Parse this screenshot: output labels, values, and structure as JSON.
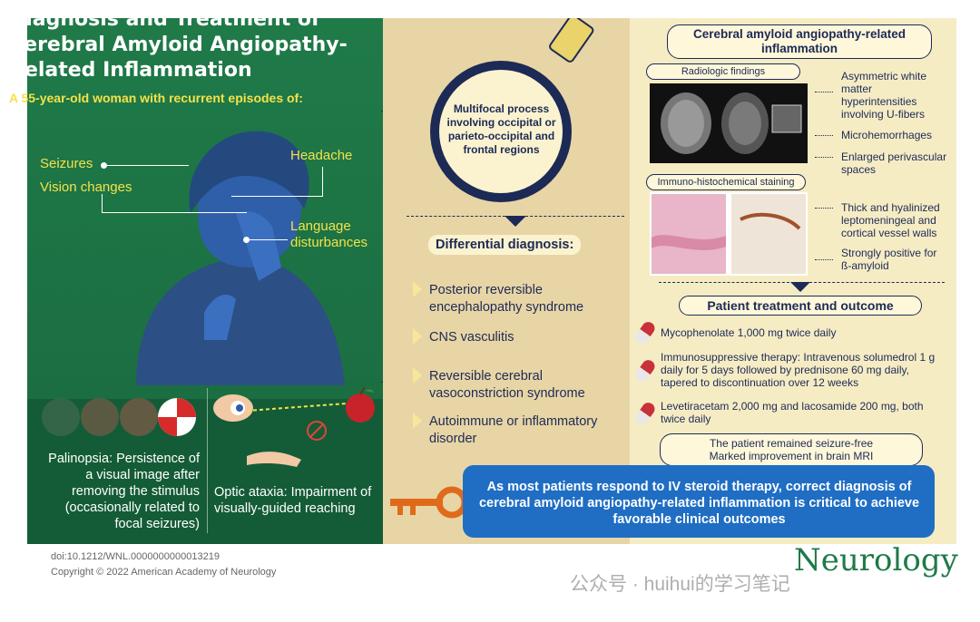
{
  "left": {
    "title": "Diagnosis and Treatment of Cerebral Amyloid Angiopathy-Related Inflammation",
    "subtitle": "A 55-year-old woman with recurrent episodes of:",
    "symptoms": {
      "seizures": "Seizures",
      "vision": "Vision changes",
      "headache": "Headache",
      "language": "Language disturbances"
    },
    "palinopsia": "Palinopsia: Persistence of a visual image after removing the stimulus (occasionally related to focal seizures)",
    "optic_ataxia": "Optic ataxia: Impairment of visually-guided reaching"
  },
  "middle": {
    "lens_text": "Multifocal process involving occipital or parieto-occipital and frontal regions",
    "differential_title": "Differential diagnosis:",
    "differentials": [
      "Posterior reversible encephalopathy syndrome",
      "CNS vasculitis",
      "Reversible cerebral vasoconstriction syndrome",
      "Autoimmune or inflammatory disorder"
    ]
  },
  "right": {
    "header": "Cerebral amyloid angiopathy-related inflammation",
    "radiologic_label": "Radiologic findings",
    "radiologic_findings": [
      "Asymmetric white matter hyperintensities involving U-fibers",
      "Microhemorrhages",
      "Enlarged perivascular spaces"
    ],
    "ihc_label": "Immuno-histochemical staining",
    "ihc_findings": [
      "Thick and hyalinized leptomeningeal and cortical vessel walls",
      "Strongly positive for ß-amyloid"
    ],
    "treatment_title": "Patient treatment and outcome",
    "treatments": [
      "Mycophenolate 1,000 mg twice daily",
      "Immunosuppressive therapy: Intravenous solumedrol 1 g daily for 5 days followed by prednisone 60 mg daily, tapered to discontinuation over 12 weeks",
      "Levetiracetam 2,000 mg and lacosamide 200 mg, both twice daily"
    ],
    "outcome": "The patient remained seizure-free\nMarked improvement in brain MRI"
  },
  "conclusion": "As most patients respond to IV steroid therapy, correct diagnosis of cerebral amyloid angiopathy-related inflammation is critical to achieve favorable clinical outcomes",
  "footer": {
    "doi": "doi:10.1212/WNL.0000000000013219",
    "copyright": "Copyright © 2022 American Academy of Neurology",
    "journal": "Neurology",
    "watermark": "公众号 · huihui的学习笔记"
  },
  "colors": {
    "green": "#1f7a48",
    "beige": "#e8d5a6",
    "cream": "#f6ecc4",
    "navy": "#1c2a55",
    "blue": "#1f6ec4",
    "yellow": "#f3e24a",
    "orange": "#e06a1b"
  }
}
